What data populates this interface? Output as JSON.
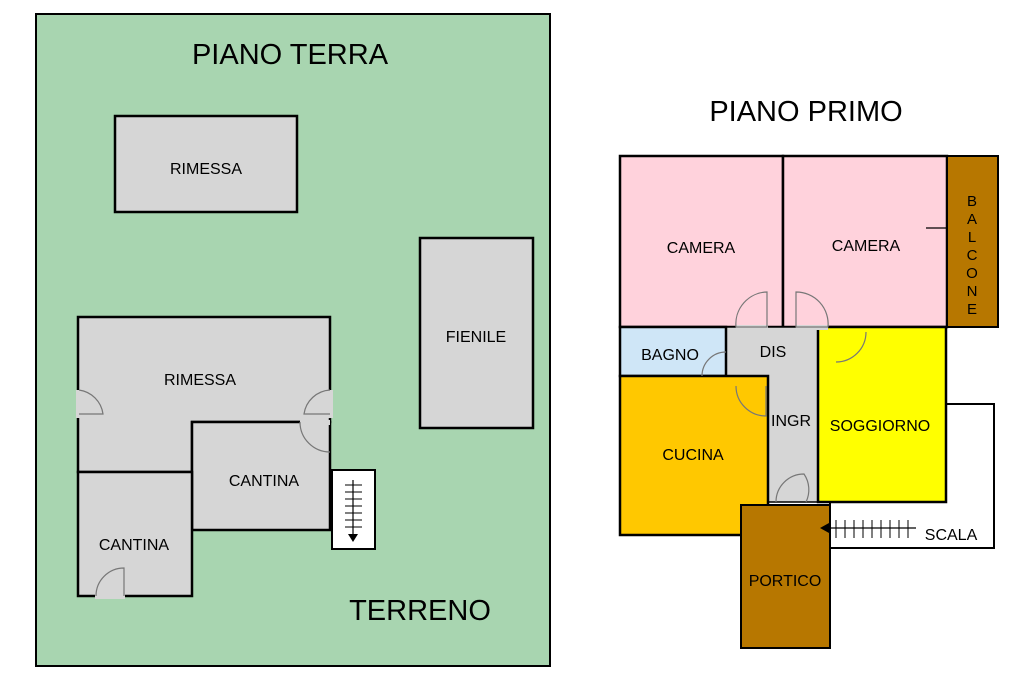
{
  "ground_floor": {
    "title": "PIANO TERRA",
    "terrain_label": "TERRENO",
    "rooms": {
      "rimessa_top": "RIMESSA",
      "rimessa_main": "RIMESSA",
      "fienile": "FIENILE",
      "cantina_right": "CANTINA",
      "cantina_left": "CANTINA"
    }
  },
  "first_floor": {
    "title": "PIANO PRIMO",
    "rooms": {
      "camera_left": "CAMERA",
      "camera_right": "CAMERA",
      "bagno": "BAGNO",
      "dis": "DIS",
      "ingr": "INGR",
      "cucina": "CUCINA",
      "soggiorno": "SOGGIORNO",
      "portico": "PORTICO",
      "scala": "SCALA",
      "balcone": [
        "B",
        "A",
        "L",
        "C",
        "O",
        "N",
        "E"
      ]
    }
  },
  "colors": {
    "terrain_green": "#a8d5b0",
    "room_gray": "#d6d6d6",
    "camera_pink": "#ffd2dc",
    "bagno_blue": "#cfe6f7",
    "cucina_orange": "#ffc800",
    "soggiorno_yellow": "#ffff00",
    "portico_brown": "#b77700",
    "balcone_brown": "#b77700"
  }
}
